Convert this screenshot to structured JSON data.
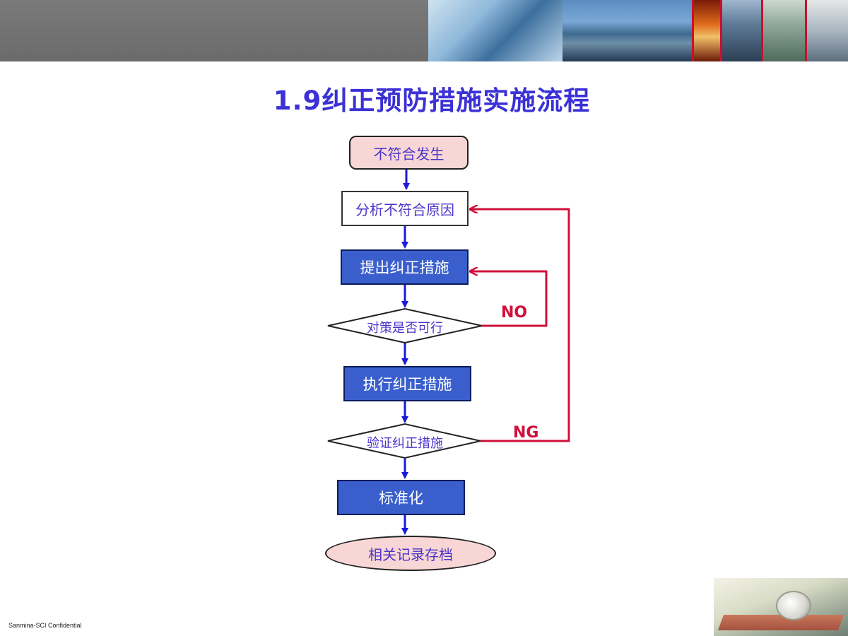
{
  "title": "1.9纠正预防措施实施流程",
  "flowchart": {
    "start": "不符合发生",
    "analyze": "分析不符合原因",
    "propose": "提出纠正措施",
    "decision_feasible": "对策是否可行",
    "execute": "执行纠正措施",
    "decision_verify": "验证纠正措施",
    "standardize": "标准化",
    "end": "相关记录存档",
    "label_no": "NO",
    "label_ng": "NG"
  },
  "footer": {
    "confidential": "Sanmina-SCI Confidential"
  },
  "colors": {
    "title": "#3b31d6",
    "node_fill_pink": "#f9d6d6",
    "node_fill_blue": "#3a5fcd",
    "arrow_main": "#1a1adb",
    "arrow_loop": "#d0103a"
  }
}
